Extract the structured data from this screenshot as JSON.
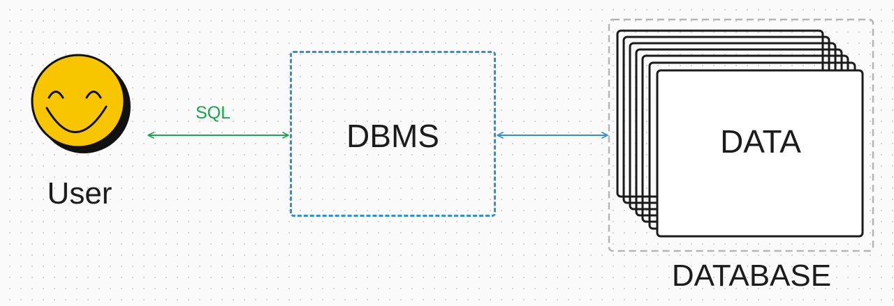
{
  "actors": {
    "user": {
      "label": "User",
      "icon": "smiley-face-icon",
      "face_color": "#f7c600",
      "outline_color": "#111111"
    }
  },
  "connections": {
    "user_to_dbms": {
      "label": "SQL",
      "color": "#1aa64b"
    },
    "dbms_to_database": {
      "color": "#2c8fe0"
    }
  },
  "dbms": {
    "label": "DBMS",
    "border_color": "#2c8fe0"
  },
  "database": {
    "label": "DATABASE",
    "data_label": "DATA",
    "container_border_color": "#b5b5b5",
    "sheet_border_color": "#1a1a1a"
  }
}
